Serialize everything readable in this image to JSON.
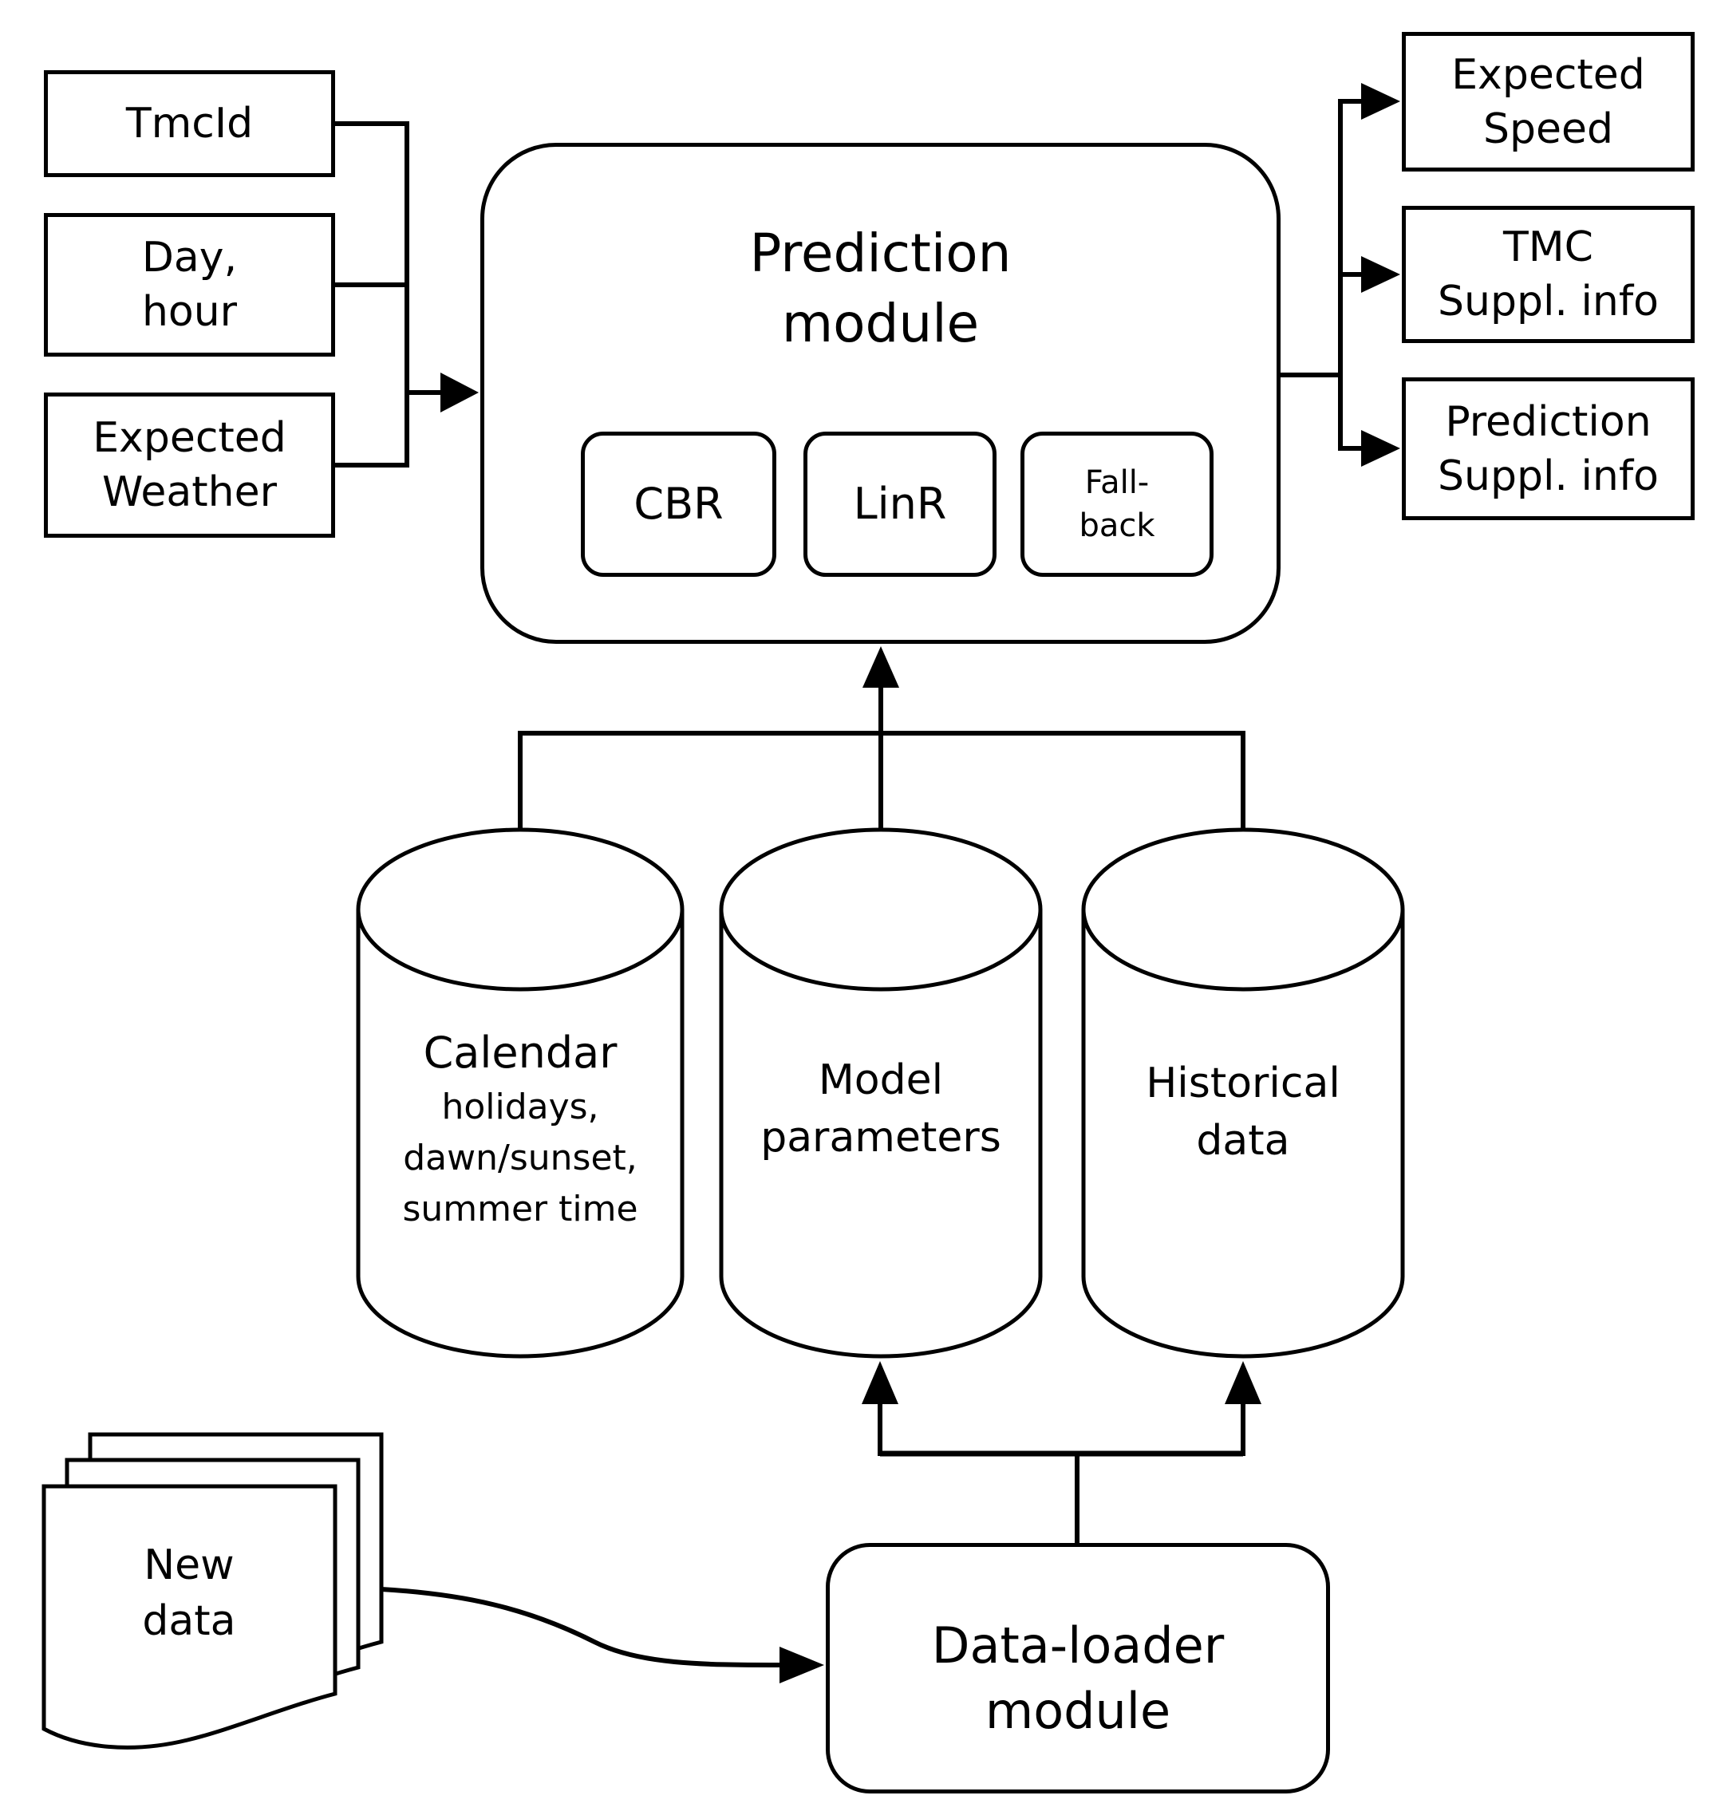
{
  "colors": {
    "stroke": "#000000",
    "fill": "#ffffff"
  },
  "inputs": {
    "tmcid": "TmcId",
    "day_hour": [
      "Day,",
      "hour"
    ],
    "expected_weather": [
      "Expected",
      "Weather"
    ]
  },
  "prediction_module": {
    "title": [
      "Prediction",
      "module"
    ],
    "cbr": "CBR",
    "linr": "LinR",
    "fallback": [
      "Fall-",
      "back"
    ]
  },
  "outputs": {
    "expected_speed": [
      "Expected",
      "Speed"
    ],
    "tmc_suppl_info": [
      "TMC",
      "Suppl. info"
    ],
    "prediction_suppl_info": [
      "Prediction",
      "Suppl. info"
    ]
  },
  "datastores": {
    "calendar": {
      "title": "Calendar",
      "details": [
        "holidays,",
        "dawn/sunset,",
        "summer time"
      ]
    },
    "model_parameters": [
      "Model",
      "parameters"
    ],
    "historical_data": [
      "Historical",
      "data"
    ]
  },
  "data_loader": [
    "Data-loader",
    "module"
  ],
  "new_data": [
    "New",
    "data"
  ]
}
